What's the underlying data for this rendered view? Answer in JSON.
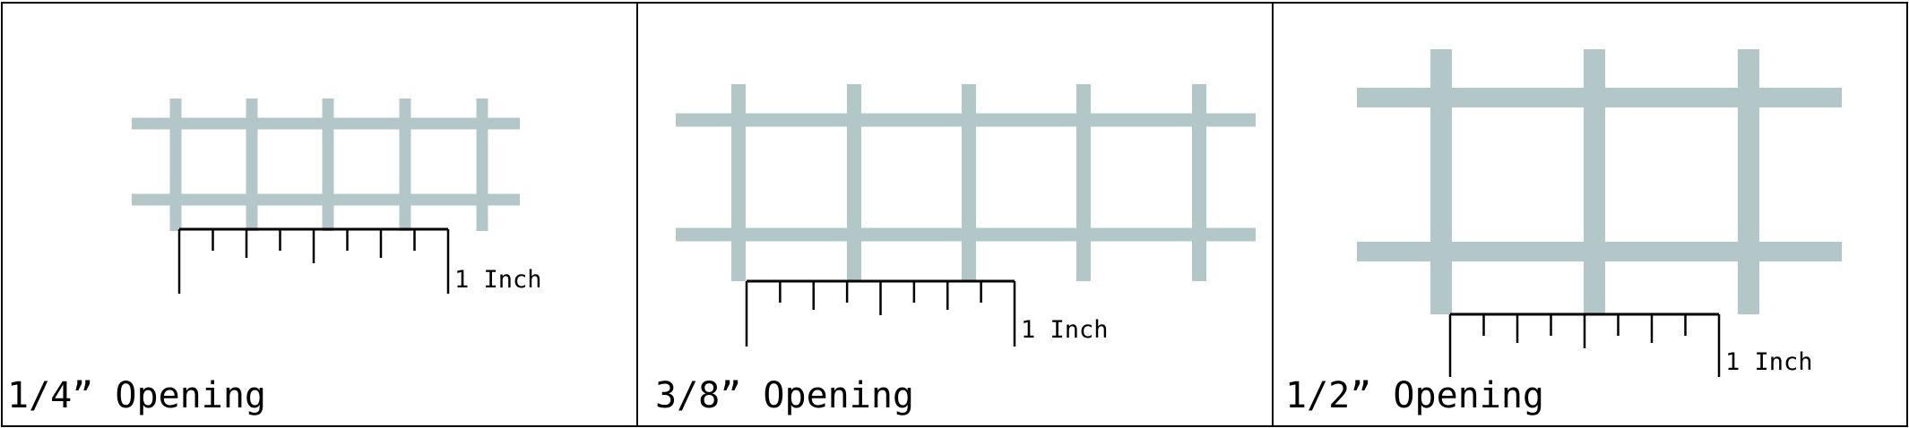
{
  "colors": {
    "background": "#ffffff",
    "mesh": "#b3c7c8",
    "frame": "#000000",
    "ruler": "#000000"
  },
  "panels": [
    {
      "id": "quarter-inch",
      "label": "1/4” Opening",
      "ruler_label": "1 Inch",
      "opening_inches": 0.25
    },
    {
      "id": "three-eighths-inch",
      "label": "3/8” Opening",
      "ruler_label": "1 Inch",
      "opening_inches": 0.375
    },
    {
      "id": "half-inch",
      "label": "1/2” Opening",
      "ruler_label": "1 Inch",
      "opening_inches": 0.5
    }
  ],
  "ruler": {
    "length_inches": 1,
    "divisions": 8
  }
}
